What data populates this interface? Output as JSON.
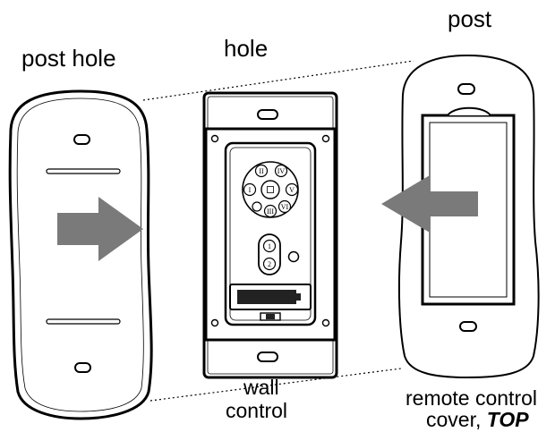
{
  "labels": {
    "post_hole": "post hole",
    "hole": "hole",
    "post": "post",
    "wall_control_line1": "wall",
    "wall_control_line2": "control",
    "remote_cover_line1": "remote control",
    "remote_cover_line2_prefix": "cover, ",
    "remote_cover_line2_emphasis": "TOP"
  },
  "keypad": {
    "buttons": [
      "I",
      "II",
      "IV",
      "V",
      "VI",
      "III",
      "1",
      "2"
    ]
  },
  "colors": {
    "line": "#000000",
    "arrow": "#7a7a7a",
    "background": "#ffffff",
    "battery": "#222222"
  }
}
